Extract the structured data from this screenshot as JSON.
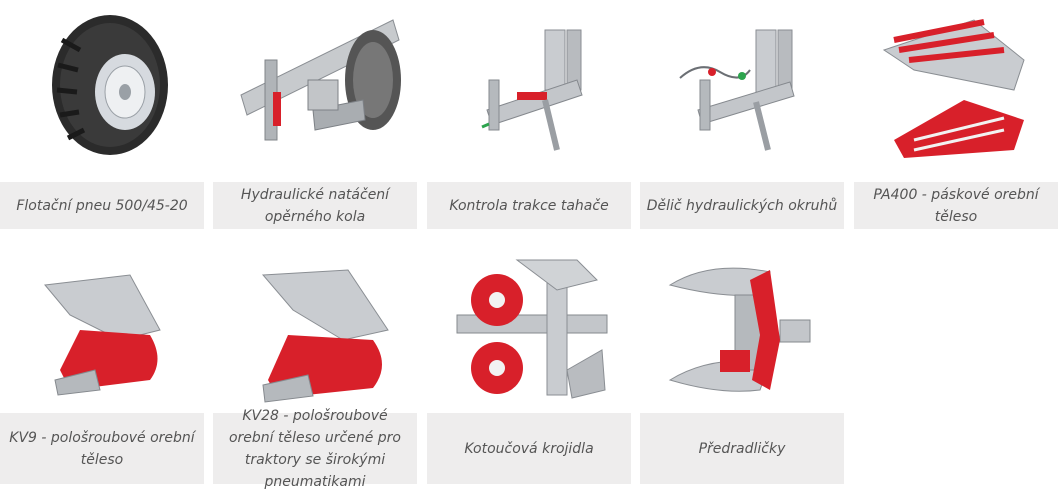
{
  "products": [
    {
      "caption": "Flotační pneu 500/45-20",
      "icon": "tire-icon"
    },
    {
      "caption": "Hydraulické natáčení opěrného kola",
      "icon": "hydraulic-wheel-steering-icon"
    },
    {
      "caption": "Kontrola trakce tahače",
      "icon": "traction-control-icon"
    },
    {
      "caption": "Dělič hydraulických okruhů",
      "icon": "hydraulic-splitter-icon"
    },
    {
      "caption": "PA400 - páskové orební těleso",
      "icon": "strip-plough-body-icon"
    },
    {
      "caption": "KV9 - pološroubové orební těleso",
      "icon": "plough-body-kv9-icon"
    },
    {
      "caption": "KV28 - pološroubové orební těleso určené pro traktory se širokými pneumatikami",
      "icon": "plough-body-kv28-icon"
    },
    {
      "caption": "Kotoučová krojidla",
      "icon": "disc-coulter-icon"
    },
    {
      "caption": "Předradličky",
      "icon": "skimmer-icon"
    }
  ],
  "colors": {
    "caption_bg": "#eeeded",
    "caption_text": "#555555",
    "accent_red": "#d8202a",
    "metal": "#b9bcc0"
  }
}
